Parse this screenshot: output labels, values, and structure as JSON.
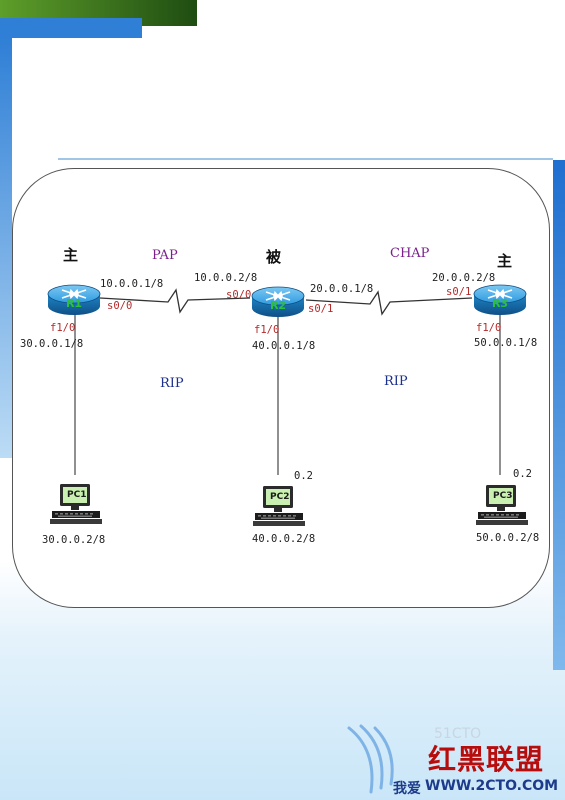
{
  "routers": [
    {
      "label": "R1",
      "role": "主",
      "links": [
        {
          "iface": "s0/0",
          "ip": "10.0.0.1/8"
        }
      ],
      "lan": {
        "iface": "f1/0",
        "ip": "30.0.0.1/8"
      }
    },
    {
      "label": "R2",
      "role": "被",
      "links": [
        {
          "iface": "s0/0",
          "ip": "10.0.0.2/8"
        },
        {
          "iface": "s0/1",
          "ip": "20.0.0.1/8"
        }
      ],
      "lan": {
        "iface": "f1/0",
        "ip": "40.0.0.1/8"
      }
    },
    {
      "label": "R3",
      "role": "主",
      "links": [
        {
          "iface": "s0/1",
          "ip": "20.0.0.2/8"
        }
      ],
      "lan": {
        "iface": "f1/0",
        "ip": "50.0.0.1/8"
      }
    }
  ],
  "auth": {
    "left": "PAP",
    "right": "CHAP"
  },
  "routing": {
    "left": "RIP",
    "right": "RIP"
  },
  "pcs": [
    {
      "label": "PC1",
      "ip": "30.0.0.2/8"
    },
    {
      "label": "PC2",
      "ip": "40.0.0.2/8",
      "host": "0.2"
    },
    {
      "label": "PC3",
      "ip": "50.0.0.2/8",
      "host": "0.2"
    }
  ],
  "watermark": {
    "logo_text": "红黑联盟",
    "domain": "WWW.2CTO.COM",
    "prefix": "我爱",
    "faint": "51CTO"
  },
  "colors": {
    "router_blue": "#2f9be0",
    "router_label": "#2fbf3a",
    "iface": "#b52a2a",
    "auth": "#7a1f8c",
    "rip": "#1b2f8c"
  }
}
